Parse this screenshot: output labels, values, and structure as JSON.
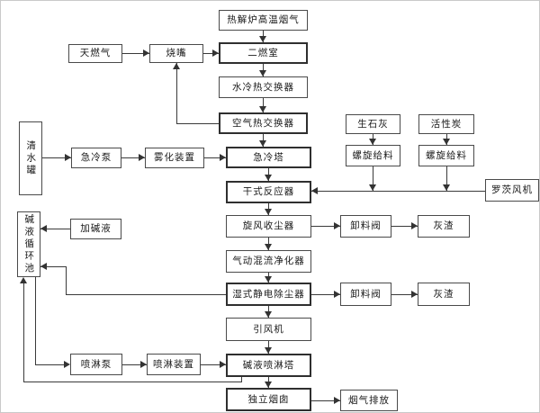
{
  "diagram": {
    "type": "process-flowchart",
    "language": "zh-CN",
    "colors": {
      "background": "#ffffff",
      "line": "#3a3a3a",
      "box_border": "#4a4a4a",
      "text": "#1a1a1a"
    }
  },
  "nodes": {
    "flue_gas_source": {
      "label": "热解炉高温烟气"
    },
    "secondary_chamber": {
      "label": "二燃室"
    },
    "water_heat_exchanger": {
      "label": "水冷热交换器"
    },
    "air_heat_exchanger": {
      "label": "空气热交换器"
    },
    "quench_tower": {
      "label": "急冷塔"
    },
    "dry_reactor": {
      "label": "干式反应器"
    },
    "cyclone": {
      "label": "旋风收尘器"
    },
    "mixed_flow_purifier": {
      "label": "气动混流净化器"
    },
    "wet_esp": {
      "label": "湿式静电除尘器"
    },
    "id_fan": {
      "label": "引风机"
    },
    "spray_tower": {
      "label": "碱液喷淋塔"
    },
    "chimney": {
      "label": "独立烟囱"
    },
    "natural_gas": {
      "label": "天燃气"
    },
    "burner": {
      "label": "烧嘴"
    },
    "water_tank": {
      "label": "清水罐"
    },
    "quench_pump": {
      "label": "急冷泵"
    },
    "atomizer": {
      "label": "雾化装置"
    },
    "alkali_pool": {
      "label": "碱液循环池"
    },
    "add_alkali": {
      "label": "加碱液"
    },
    "spray_pump": {
      "label": "喷淋泵"
    },
    "spray_device": {
      "label": "喷淋装置"
    },
    "quicklime": {
      "label": "生石灰"
    },
    "activated_carbon": {
      "label": "活性炭"
    },
    "screw_feeder_1": {
      "label": "螺旋给料"
    },
    "screw_feeder_2": {
      "label": "螺旋给料"
    },
    "roots_blower": {
      "label": "罗茨风机"
    },
    "discharge_valve_1": {
      "label": "卸料阀"
    },
    "ash_1": {
      "label": "灰渣"
    },
    "discharge_valve_2": {
      "label": "卸料阀"
    },
    "ash_2": {
      "label": "灰渣"
    },
    "flue_gas_discharge": {
      "label": "烟气排放"
    }
  },
  "edges": [
    "flue_gas_source→secondary_chamber",
    "natural_gas→burner",
    "burner→secondary_chamber",
    "secondary_chamber→water_heat_exchanger",
    "water_heat_exchanger→air_heat_exchanger",
    "air_heat_exchanger→burner",
    "air_heat_exchanger→quench_tower",
    "water_tank→quench_pump",
    "quench_pump→atomizer",
    "atomizer→quench_tower",
    "quench_tower→dry_reactor",
    "quicklime→screw_feeder_1",
    "activated_carbon→screw_feeder_2",
    "screw_feeder_1→dry_reactor",
    "screw_feeder_2→dry_reactor",
    "roots_blower→dry_reactor",
    "dry_reactor→cyclone",
    "cyclone→discharge_valve_1",
    "discharge_valve_1→ash_1",
    "cyclone→mixed_flow_purifier",
    "mixed_flow_purifier→wet_esp",
    "wet_esp→discharge_valve_2",
    "discharge_valve_2→ash_2",
    "wet_esp→alkali_pool",
    "wet_esp→id_fan",
    "add_alkali→alkali_pool",
    "alkali_pool→spray_pump",
    "spray_pump→spray_device",
    "spray_device→spray_tower",
    "id_fan→spray_tower",
    "spray_tower→alkali_pool",
    "spray_tower→chimney",
    "chimney→flue_gas_discharge"
  ]
}
